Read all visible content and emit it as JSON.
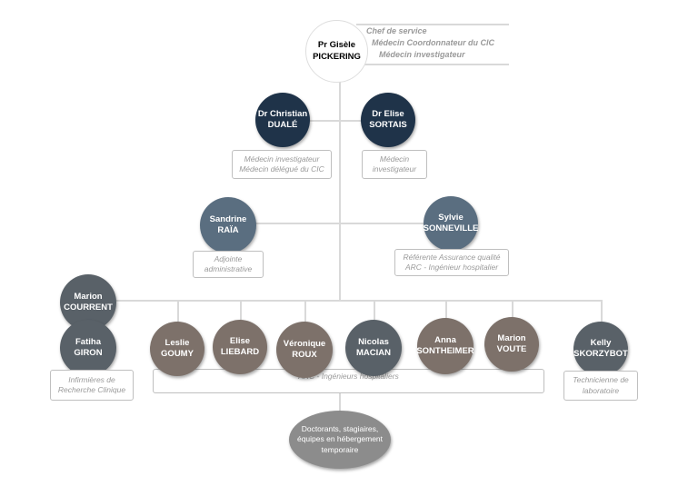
{
  "chef": {
    "first": "Pr Gisèle",
    "last": "PICKERING",
    "titles": [
      "Chef de service",
      "Médecin Coordonnateur du CIC",
      "Médecin investigateur"
    ]
  },
  "level1": [
    {
      "first": "Dr Christian",
      "last": "DUALÉ",
      "roles": [
        "Médecin investigateur",
        "Médecin délégué du CIC"
      ]
    },
    {
      "first": "Dr Elise",
      "last": "SORTAIS",
      "roles": [
        "Médecin",
        "investigateur"
      ]
    }
  ],
  "level2": [
    {
      "first": "Sandrine",
      "last": "RAÏA",
      "roles": [
        "Adjointe",
        "administrative"
      ]
    },
    {
      "first": "Sylvie",
      "last": "SONNEVILLE",
      "roles": [
        "Référente Assurance qualité",
        "ARC - Ingénieur hospitalier"
      ]
    }
  ],
  "nurses": {
    "people": [
      {
        "first": "Marion",
        "last": "COURRENT"
      },
      {
        "first": "Fatiha",
        "last": "GIRON"
      }
    ],
    "roles": [
      "Infirmières de",
      "Recherche Clinique"
    ]
  },
  "arc": {
    "people": [
      {
        "first": "Leslie",
        "last": "GOUMY"
      },
      {
        "first": "Elise",
        "last": "LIEBARD"
      },
      {
        "first": "Véronique",
        "last": "ROUX"
      },
      {
        "first": "Nicolas",
        "last": "MACIAN"
      },
      {
        "first": "Anna",
        "last": "SONTHEIMER"
      },
      {
        "first": "Marion",
        "last": "VOUTE"
      }
    ],
    "role": "ARC - Ingénieurs hospitaliers"
  },
  "tech": {
    "first": "Kelly",
    "last": "SKORZYBOT",
    "roles": [
      "Technicienne de",
      "laboratoire"
    ]
  },
  "others": [
    "Doctorants, stagiaires,",
    "équipes en hébergement",
    "temporaire"
  ]
}
